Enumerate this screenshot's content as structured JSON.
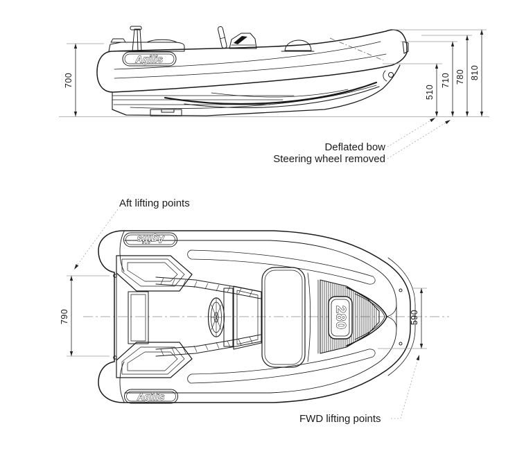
{
  "brand": "Agilis",
  "side_view": {
    "dim_700": "700",
    "dim_510": "510",
    "dim_710": "710",
    "dim_780": "780",
    "dim_810": "810",
    "note_deflated_bow": "Deflated bow",
    "note_steering_wheel": "Steering wheel removed"
  },
  "plan_view": {
    "dim_790": "790",
    "dim_590": "590",
    "label_aft": "Aft lifting points",
    "label_fwd": "FWD lifting points",
    "model_badge": "280"
  },
  "colors": {
    "line": "#1a1a1a",
    "dimension": "#3a3a3a",
    "extension": "#9a9a9a",
    "ground_line": "#b5b5b5",
    "background": "#ffffff"
  }
}
